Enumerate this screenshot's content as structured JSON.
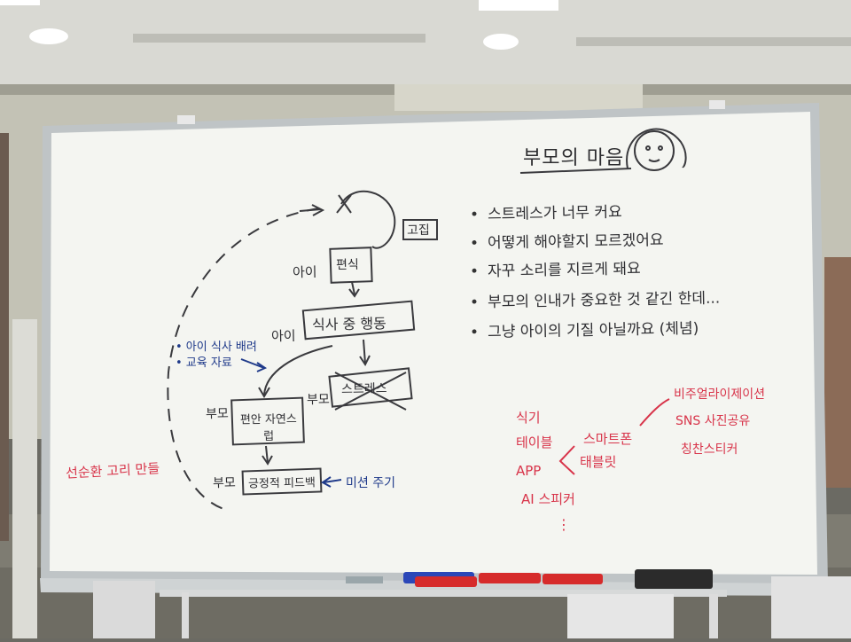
{
  "whiteboard": {
    "title": "부모의 마음",
    "concerns": [
      "스트레스가 너무 커요",
      "어떻게 해야할지 모르겠어요",
      "자꾸 소리를 지르게 돼요",
      "부모의 인내가 중요한 것 같긴 한데...",
      "그냥 아이의 기질 아닐까요 (체념)"
    ],
    "diagram": {
      "fixed": "고집",
      "child_label_1": "아이",
      "picky": "편식",
      "child_label_2": "아이",
      "meal_behavior": "식사 중 행동",
      "parent_label_1": "부모",
      "stress": "스트레스",
      "parent_label_2": "부모",
      "relax": "편안 자연스럽",
      "parent_label_3": "부모",
      "positive_feedback": "긍정적 피드백"
    },
    "blue_notes": {
      "interest": "• 아이 식사 배려",
      "education": "• 교육 자료",
      "mission": "미션 주기"
    },
    "red_notes": {
      "cycle": "선순환 고리 만들",
      "devices": [
        "식기",
        "테이블",
        "APP",
        "AI 스피커"
      ],
      "smart": [
        "스마트폰",
        "태블릿"
      ],
      "visual": [
        "비주얼라이제이션",
        "SNS 사진공유",
        "칭찬스티커"
      ],
      "ellipsis": "⋮"
    },
    "colors": {
      "board": "#f4f5f1",
      "ink_black": "#2f2f33",
      "ink_blue": "#1f3a8a",
      "ink_red": "#d8344a"
    }
  }
}
